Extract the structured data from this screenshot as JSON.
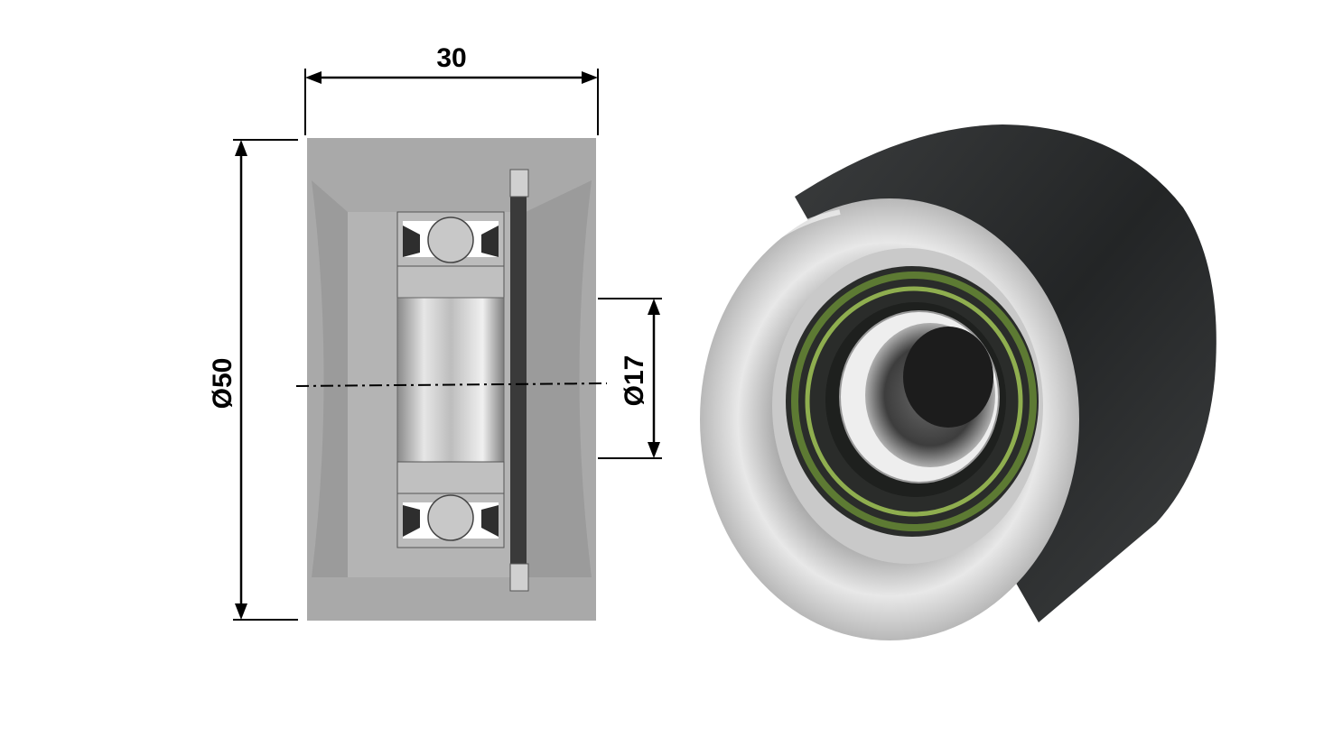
{
  "dimensions": {
    "width_label": "30",
    "outer_diameter_label": "Ø50",
    "bore_diameter_label": "Ø17"
  },
  "colors": {
    "section_gray": "#a9a9a9",
    "dimension_line": "#000000",
    "roller_dark": "#2b2d2e",
    "seal_green": "#6f8f3a",
    "steel_light": "#d9d9d9"
  }
}
